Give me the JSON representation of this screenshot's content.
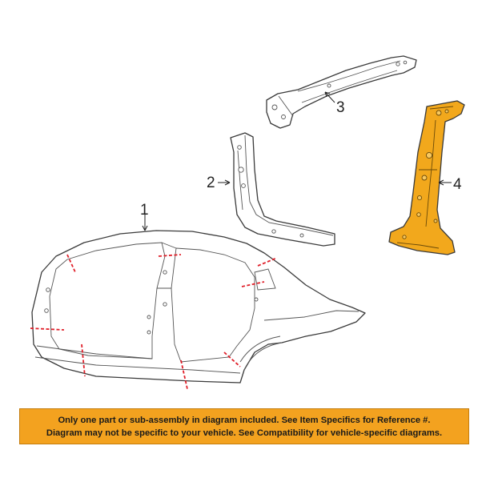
{
  "callouts": [
    {
      "number": "1"
    },
    {
      "number": "2"
    },
    {
      "number": "3"
    },
    {
      "number": "4"
    }
  ],
  "highlight_color": "#f2a81c",
  "cut_line_color": "#e0202a",
  "disclaimer": {
    "line1": "Only one part or sub-assembly in diagram included. See Item Specifics for Reference #.",
    "line2": "Diagram may not be specific to your vehicle. See Compatibility for vehicle-specific diagrams.",
    "background": "#f3a21f"
  }
}
